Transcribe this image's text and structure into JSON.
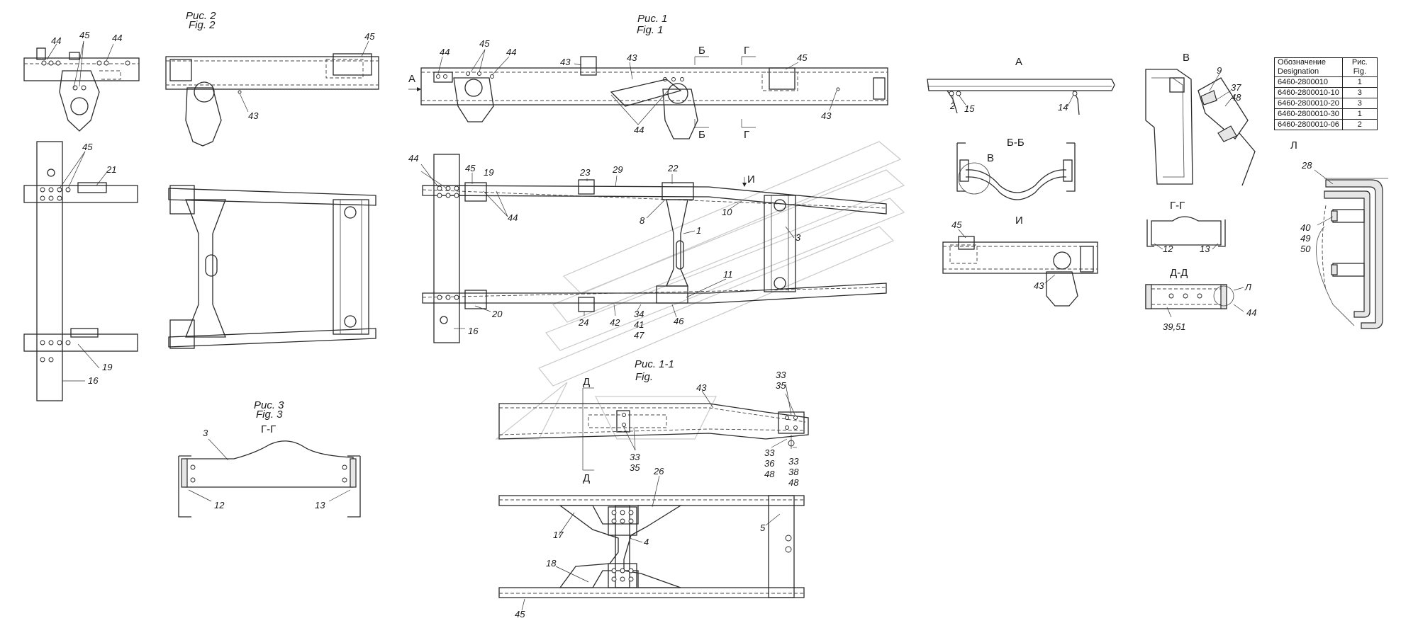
{
  "figure_titles": {
    "fig1": {
      "ru": "Рис. 1",
      "en": "Fig. 1"
    },
    "fig2": {
      "ru": "Рис. 2",
      "en": "Fig. 2"
    },
    "fig3": {
      "ru": "Рис. 3",
      "en": "Fig. 3"
    },
    "fig1_1": {
      "ru": "Рис. 1-1",
      "en": "Fig."
    }
  },
  "section_labels": {
    "A": "А",
    "B": "В",
    "BB": "Б-Б",
    "I": "И",
    "GG": "Г-Г",
    "DD": "Д-Д",
    "L": "Л",
    "fig3_section": "Г-Г",
    "cut_B": "Б",
    "cut_G": "Г",
    "cut_D": "Д",
    "cut_I": "И",
    "view_A": "А"
  },
  "table": {
    "header": {
      "col1_ru": "Обозначение",
      "col1_en": "Designation",
      "col2_ru": "Рис.",
      "col2_en": "Fig."
    },
    "rows": [
      {
        "designation": "6460-2800010",
        "fig": "1"
      },
      {
        "designation": "6460-2800010-10",
        "fig": "3"
      },
      {
        "designation": "6460-2800010-20",
        "fig": "3"
      },
      {
        "designation": "6460-2800010-30",
        "fig": "1"
      },
      {
        "designation": "6460-2800010-06",
        "fig": "2"
      }
    ]
  },
  "callouts": {
    "f2_top_44a": "44",
    "f2_top_45": "45",
    "f2_top_44b": "44",
    "f2_side_45": "45",
    "f2_side_43": "43",
    "f2_plan_45": "45",
    "f2_plan_21": "21",
    "f2_plan_19": "19",
    "f2_plan_16": "16",
    "f1_side_44a": "44",
    "f1_side_45": "45",
    "f1_side_44b": "44",
    "f1_side_43a": "43",
    "f1_side_43b": "43",
    "f1_side_44c": "44",
    "f1_side_45b": "45",
    "f1_side_43c": "43",
    "f1_plan_44": "44",
    "f1_plan_45": "45",
    "f1_plan_19": "19",
    "f1_plan_44b": "44",
    "f1_plan_23": "23",
    "f1_plan_29": "29",
    "f1_plan_22": "22",
    "f1_plan_8": "8",
    "f1_plan_1": "1",
    "f1_plan_10": "10",
    "f1_plan_3": "3",
    "f1_plan_11": "11",
    "f1_plan_20": "20",
    "f1_plan_16": "16",
    "f1_plan_24": "24",
    "f1_plan_42": "42",
    "f1_plan_34": "34",
    "f1_plan_41": "41",
    "f1_plan_47": "47",
    "f1_plan_46": "46",
    "viewA_2": "2",
    "viewA_15": "15",
    "viewA_14": "14",
    "viewB_9": "9",
    "viewB_37": "37",
    "viewB_48": "48",
    "viewI_45": "45",
    "viewI_43": "43",
    "gg_12": "12",
    "gg_13": "13",
    "dd_L": "Л",
    "dd_44": "44",
    "dd_3951": "39,51",
    "L_28": "28",
    "L_40": "40",
    "L_49": "49",
    "L_50": "50",
    "f3_3": "3",
    "f3_12": "12",
    "f3_13": "13",
    "f11_43": "43",
    "f11_33a": "33",
    "f11_35a": "35",
    "f11_33b": "33",
    "f11_35b": "35",
    "f11_33c": "33",
    "f11_36": "36",
    "f11_48a": "48",
    "f11_33d": "33",
    "f11_38": "38",
    "f11_48b": "48",
    "f11_26": "26",
    "f11_17": "17",
    "f11_4": "4",
    "f11_5": "5",
    "f11_18": "18",
    "f11_45": "45"
  }
}
